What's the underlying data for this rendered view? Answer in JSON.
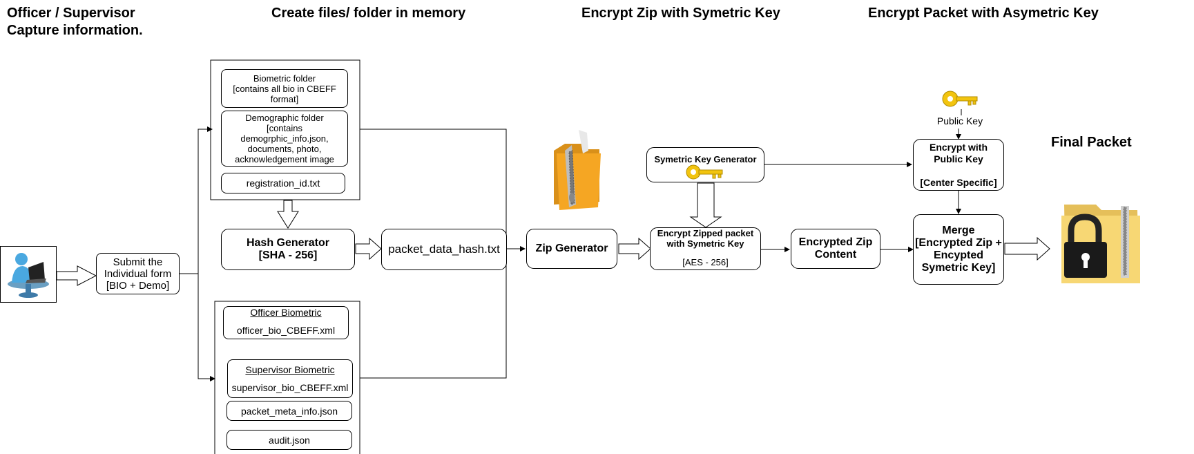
{
  "headers": {
    "capture": "Officer / Supervisor\nCapture information.",
    "create": "Create files/ folder in memory",
    "encrypt_zip": "Encrypt Zip with Symetric Key",
    "encrypt_packet": "Encrypt Packet with Asymetric Key",
    "final": "Final Packet"
  },
  "nodes": {
    "submit_form": "Submit the\nIndividual form\n[BIO + Demo]",
    "biometric_folder": "Biometric folder\n[contains all bio in CBEFF\nformat]",
    "demographic_folder": "Demographic folder\n[contains\ndemogrphic_info.json,\ndocuments, photo,\nacknowledgement image",
    "registration_id": "registration_id.txt",
    "hash_generator": "Hash Generator\n[SHA - 256]",
    "packet_hash": "packet_data_hash.txt",
    "officer_bio_title": "Officer Biometric",
    "officer_bio_file": "officer_bio_CBEFF.xml",
    "supervisor_bio_title": "Supervisor Biometric",
    "supervisor_bio_file": "supervisor_bio_CBEFF.xml",
    "packet_meta": "packet_meta_info.json",
    "audit": "audit.json",
    "zip_generator": "Zip Generator",
    "sym_key_gen": "Symetric Key Generator",
    "encrypt_zipped": "Encrypt  Zipped packet\nwith Symetric Key",
    "aes": "[AES - 256]",
    "encrypted_zip": "Encrypted Zip\nContent",
    "public_key": "Public Key",
    "encrypt_public": "Encrypt with\nPublic Key\n\n[Center Specific]",
    "merge": "Merge\n[Encrypted Zip +\nEncypted\nSymetric Key]"
  },
  "icons": [
    "user-at-computer-icon",
    "zip-folder-icon",
    "key-icon",
    "locked-zip-folder-icon"
  ],
  "colors": {
    "key": "#f2c40f",
    "folder": "#f5a623",
    "user": "#4aa8e0",
    "stroke": "#000000"
  }
}
